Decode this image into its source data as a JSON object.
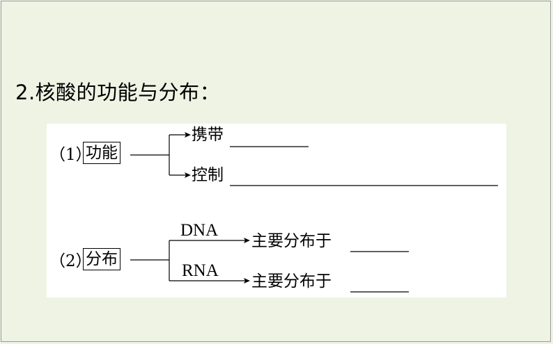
{
  "heading": "2.核酸的功能与分布：",
  "section1": {
    "number": "（1）",
    "label": "功能",
    "branch_top": "携带",
    "branch_bottom": "控制"
  },
  "section2": {
    "number": "（2）",
    "label": "分布",
    "branch_top": {
      "name": "DNA",
      "text": "主要分布于"
    },
    "branch_bottom": {
      "name": "RNA",
      "text": "主要分布于"
    }
  }
}
